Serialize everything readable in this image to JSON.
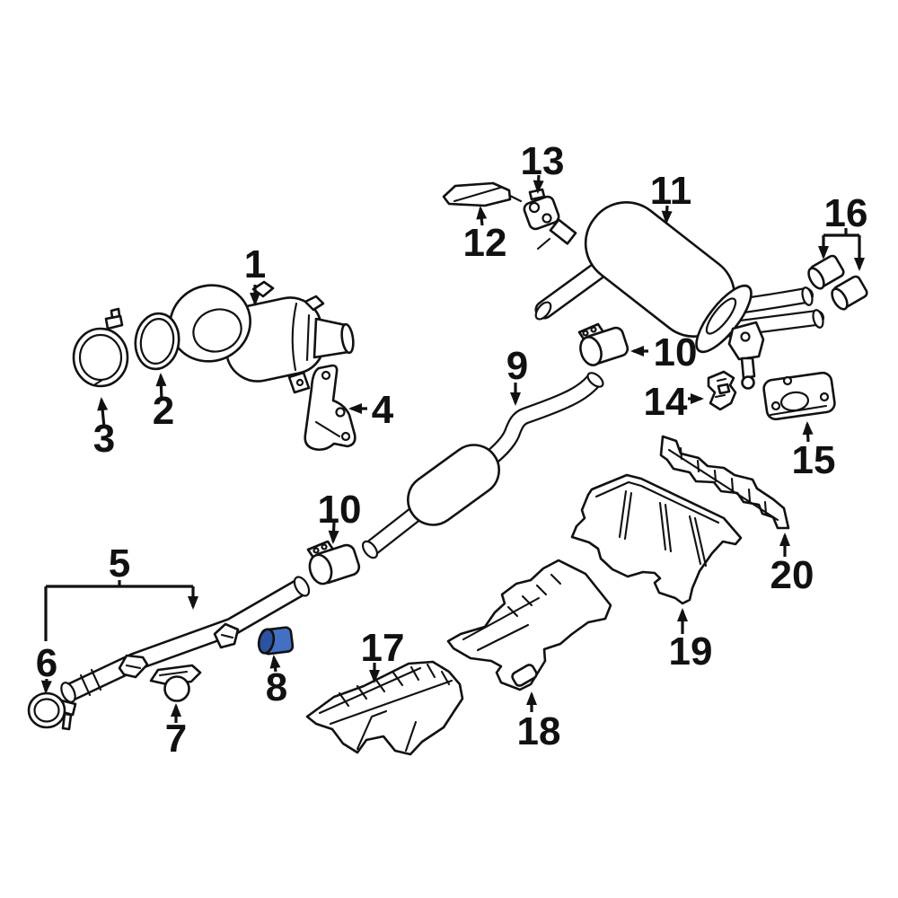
{
  "diagram": {
    "background_color": "#ffffff",
    "line_color": "#111111",
    "label_color": "#111111",
    "highlight": {
      "body_fill": "#4470c4",
      "face_fill": "#2c52a0"
    },
    "highlighted_part": "8",
    "callouts": [
      {
        "label": "1",
        "name": "catalytic-converter"
      },
      {
        "label": "2",
        "name": "exhaust-gasket"
      },
      {
        "label": "3",
        "name": "v-band-clamp"
      },
      {
        "label": "4",
        "name": "support-bracket"
      },
      {
        "label": "5",
        "name": "front-exhaust-pipe"
      },
      {
        "label": "6",
        "name": "pipe-clamp"
      },
      {
        "label": "7",
        "name": "hanger-bracket"
      },
      {
        "label": "8",
        "name": "connector-sleeve-highlighted"
      },
      {
        "label": "9",
        "name": "center-pipe-with-resonator"
      },
      {
        "label": "10",
        "name": "exhaust-clamp-center"
      },
      {
        "label": "10",
        "name": "exhaust-clamp-rear"
      },
      {
        "label": "11",
        "name": "rear-muffler"
      },
      {
        "label": "12",
        "name": "muffler-bracket"
      },
      {
        "label": "13",
        "name": "muffler-bracket-small"
      },
      {
        "label": "14",
        "name": "rubber-mount"
      },
      {
        "label": "15",
        "name": "mounting-plate"
      },
      {
        "label": "16",
        "name": "tailpipe-tips"
      },
      {
        "label": "17",
        "name": "front-heat-shield"
      },
      {
        "label": "18",
        "name": "center-heat-shield"
      },
      {
        "label": "19",
        "name": "rear-heat-shield"
      },
      {
        "label": "20",
        "name": "crossmember-heat-shield"
      }
    ]
  }
}
